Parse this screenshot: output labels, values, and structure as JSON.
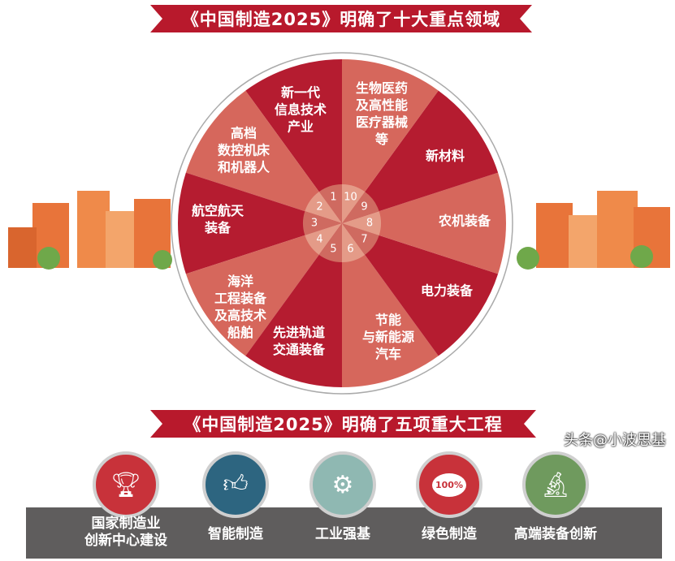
{
  "top_banner": "《中国制造2025》明确了十大重点领域",
  "bottom_banner": "《中国制造2025》明确了五项重大工程",
  "colors": {
    "dark": "#b51c30",
    "light": "#d6675c",
    "ribbon": "#b8192c",
    "bar": "#5f5d5d"
  },
  "sectors": [
    {
      "num": "1",
      "lines": [
        "新一代",
        "信息技术",
        "产业"
      ]
    },
    {
      "num": "2",
      "lines": [
        "高档",
        "数控机床",
        "和机器人"
      ]
    },
    {
      "num": "3",
      "lines": [
        "航空航天",
        "装备"
      ]
    },
    {
      "num": "4",
      "lines": [
        "海洋",
        "工程装备",
        "及高技术",
        "船舶"
      ]
    },
    {
      "num": "5",
      "lines": [
        "先进轨道",
        "交通装备"
      ]
    },
    {
      "num": "6",
      "lines": [
        "节能",
        "与新能源",
        "汽车"
      ]
    },
    {
      "num": "7",
      "lines": [
        "电力装备"
      ]
    },
    {
      "num": "8",
      "lines": [
        "农机装备"
      ]
    },
    {
      "num": "9",
      "lines": [
        "新材料"
      ]
    },
    {
      "num": "10",
      "lines": [
        "生物医药",
        "及高性能",
        "医疗器械",
        "等"
      ]
    }
  ],
  "projects": [
    {
      "lines": [
        "国家制造业",
        "创新中心建设"
      ],
      "icon": "trophy-icon",
      "color": "#c8323a"
    },
    {
      "lines": [
        "智能制造"
      ],
      "icon": "thumbs-up-icon",
      "color": "#2d6580"
    },
    {
      "lines": [
        "工业强基"
      ],
      "icon": "gear-icon",
      "color": "#8fb8b2"
    },
    {
      "lines": [
        "绿色制造"
      ],
      "icon": "badge-100-icon",
      "color": "#c8323a",
      "badge": "100%"
    },
    {
      "lines": [
        "高端装备创新"
      ],
      "icon": "microscope-icon",
      "color": "#6f9a5e"
    }
  ],
  "watermark": "头条@小波思基"
}
